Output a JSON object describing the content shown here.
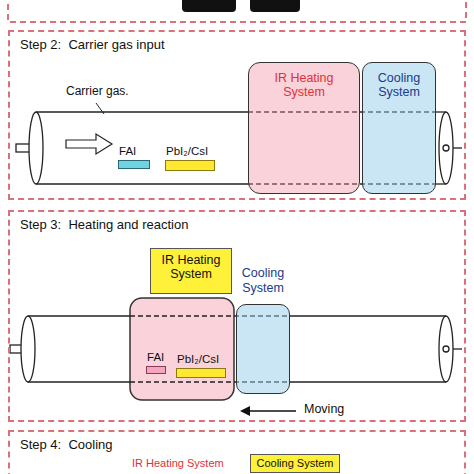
{
  "diagram": {
    "nodes": [
      {
        "text": [
          "Step 2:  Carrier gas input"
        ]
      },
      {
        "text": [
          "IR Heating System"
        ],
        "in": 0
      },
      {
        "text": [
          "Cooling System"
        ],
        "in": 0
      },
      {
        "text": [
          "FAI"
        ],
        "in": 0
      },
      {
        "text": [
          "PbI₂/CsI"
        ],
        "in": 0
      },
      {
        "text": [
          "Step 3:  Heating and reaction"
        ]
      },
      {
        "text": [
          "IR Heating System"
        ],
        "in": 5
      },
      {
        "text": [
          "Cooling System"
        ],
        "in": 5
      },
      {
        "text": [
          "FAI"
        ],
        "in": 5
      },
      {
        "text": [
          "PbI₂/CsI"
        ],
        "in": 5
      },
      {
        "text": [
          "Step 4:  Cooling"
        ]
      },
      {
        "text": [
          "Cooling System"
        ],
        "in": 10
      }
    ],
    "labels": [
      "Carrier gas.",
      "Moving",
      "IR Heating System"
    ]
  }
}
